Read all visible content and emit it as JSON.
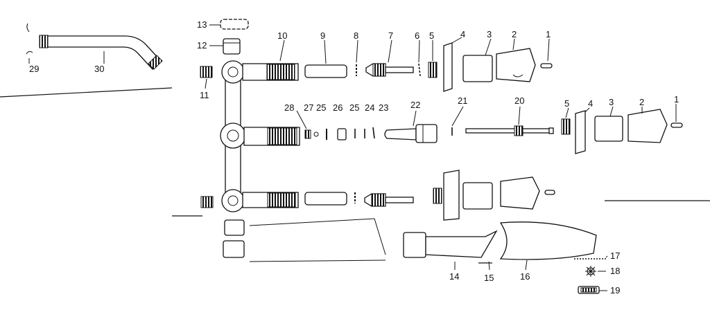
{
  "labels": {
    "p1a": "1",
    "p2a": "2",
    "p3a": "3",
    "p4a": "4",
    "p5a": "5",
    "p6": "6",
    "p7": "7",
    "p8": "8",
    "p9": "9",
    "p10": "10",
    "p11": "11",
    "p12": "12",
    "p13": "13",
    "p14": "14",
    "p15": "15",
    "p16": "16",
    "p17": "17",
    "p18": "18",
    "p19": "19",
    "p20": "20",
    "p21": "21",
    "p22": "22",
    "p23": "23",
    "p24": "24",
    "p25a": "25",
    "p26": "26",
    "p25b": "25",
    "p27": "27",
    "p28": "28",
    "p29": "29",
    "p30": "30",
    "p1b": "1",
    "p2b": "2",
    "p3b": "3",
    "p4b": "4",
    "p5b": "5"
  },
  "colors": {
    "ink": "#111111",
    "paper": "#ffffff"
  }
}
